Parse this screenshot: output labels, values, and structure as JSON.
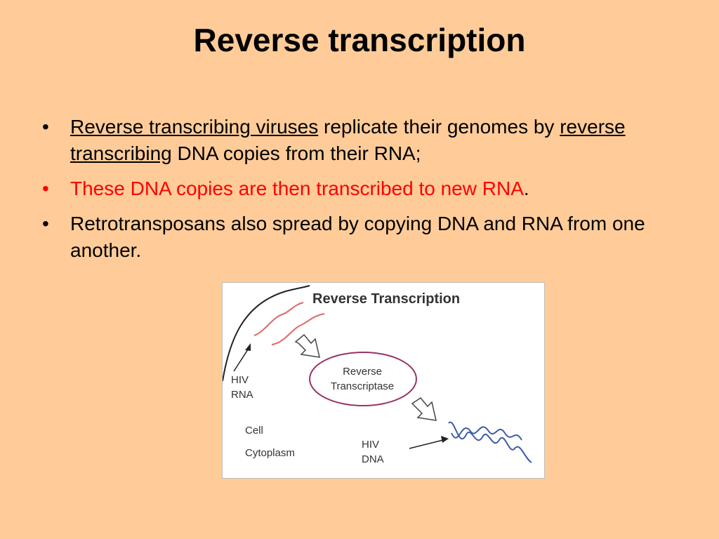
{
  "slide": {
    "title": "Reverse transcription",
    "bullets": [
      {
        "link1": "Reverse transcribing viruses",
        "text1": " replicate their genomes by ",
        "link2": "reverse transcribing",
        "text2": " DNA copies from their RNA;"
      },
      {
        "text": "These DNA copies are then transcribed to new RNA",
        "tail": "."
      },
      {
        "text": "Retrotransposans also spread by copying DNA and RNA from one another."
      }
    ],
    "bullet_symbol": "•",
    "colors": {
      "background": "#ffcc99",
      "highlight": "#ff0000",
      "rna_strand": "#e06666",
      "ellipse": "#993366",
      "dna_strand": "#3c5aa6"
    }
  },
  "figure": {
    "title": "Reverse Transcription",
    "hiv_rna_line1": "HIV",
    "hiv_rna_line2": "RNA",
    "enzyme_line1": "Reverse",
    "enzyme_line2": "Transcriptase",
    "cell": "Cell",
    "cytoplasm": "Cytoplasm",
    "hiv_dna_line1": "HIV",
    "hiv_dna_line2": "DNA"
  }
}
